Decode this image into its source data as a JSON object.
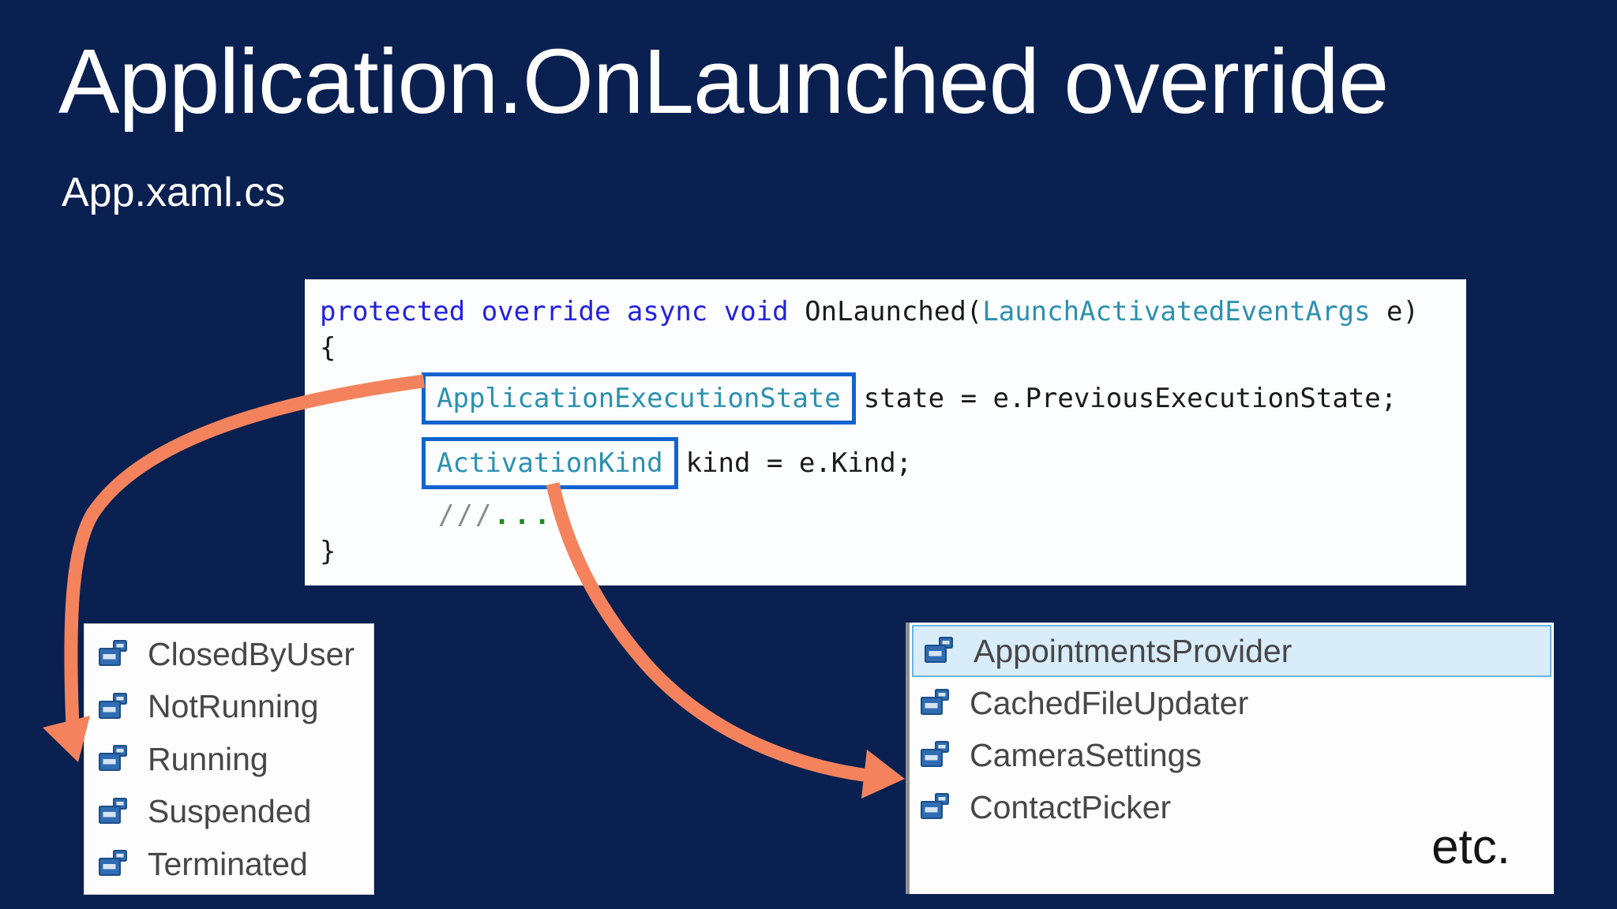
{
  "slide": {
    "title": "Application.OnLaunched override",
    "subtitle": "App.xaml.cs",
    "background_color": "#0A2050"
  },
  "code_panel": {
    "line1": {
      "keywords": "protected override async void ",
      "method": "OnLaunched(",
      "param_type": "LaunchActivatedEventArgs",
      "param_close": " e)"
    },
    "open_brace": "{",
    "statement1": {
      "boxed_type": "ApplicationExecutionState",
      "rest": "state = e.PreviousExecutionState;"
    },
    "statement2": {
      "boxed_type": "ActivationKind",
      "rest": "kind = e.Kind;"
    },
    "comment": {
      "slashes": "///",
      "dots": "..."
    },
    "close_brace": "}"
  },
  "execution_state_list": {
    "items": [
      "ClosedByUser",
      "NotRunning",
      "Running",
      "Suspended",
      "Terminated"
    ]
  },
  "activation_kind_list": {
    "items": [
      "AppointmentsProvider",
      "CachedFileUpdater",
      "CameraSettings",
      "ContactPicker"
    ],
    "selected_index": 0,
    "etc_label": "etc."
  },
  "colors": {
    "background_navy": "#0A2050",
    "keyword_blue": "#2222E0",
    "type_teal": "#2B91AF",
    "comment_green": "#1E8C1E",
    "comment_gray": "#8A8A8A",
    "annotation_box_blue": "#1263CF",
    "arrow_orange": "#F4835D",
    "highlight_row_bg": "#D9ECFA",
    "highlight_row_border": "#6FB2E2"
  }
}
